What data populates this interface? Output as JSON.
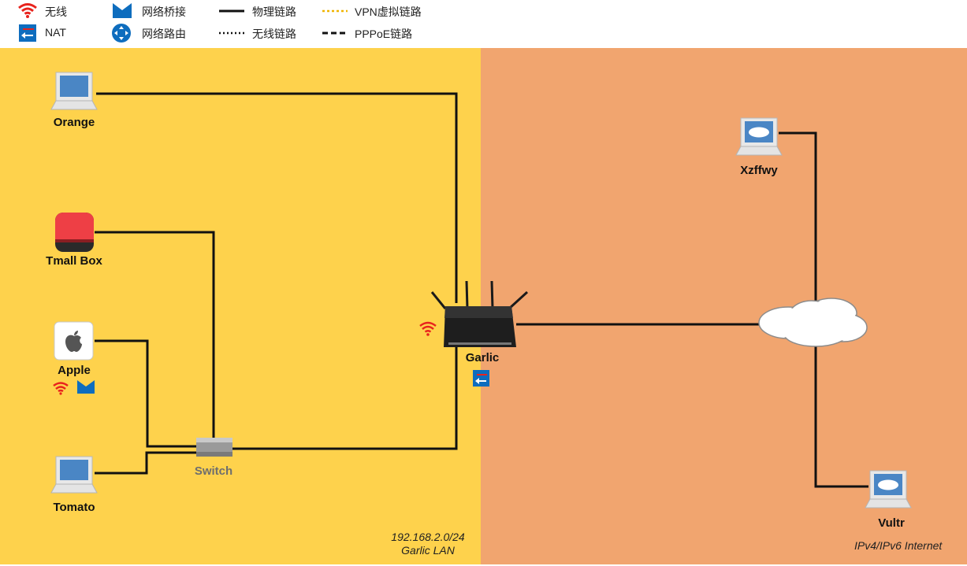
{
  "legend": {
    "wireless": "无线",
    "nat": "NAT",
    "bridge": "网络桥接",
    "routing": "网络路由",
    "physical_link": "物理链路",
    "wireless_link": "无线链路",
    "vpn_link": "VPN虚拟链路",
    "pppoe_link": "PPPoE链路"
  },
  "nodes": {
    "orange": "Orange",
    "tmall_box": "Tmall Box",
    "apple": "Apple",
    "tomato": "Tomato",
    "switch": "Switch",
    "garlic": "Garlic",
    "xzffwy": "Xzffwy",
    "vultr": "Vultr"
  },
  "zones": {
    "lan_subnet": "192.168.2.0/24",
    "lan_name": "Garlic LAN",
    "internet": "IPv4/IPv6 Internet"
  },
  "colors": {
    "lan_zone": "#FED24C",
    "internet_zone": "#F1A56F",
    "wireless_icon": "#E8231D",
    "nat_icon": "#0E6DBE",
    "vpn_link": "#F0B400",
    "link": "#111111"
  }
}
